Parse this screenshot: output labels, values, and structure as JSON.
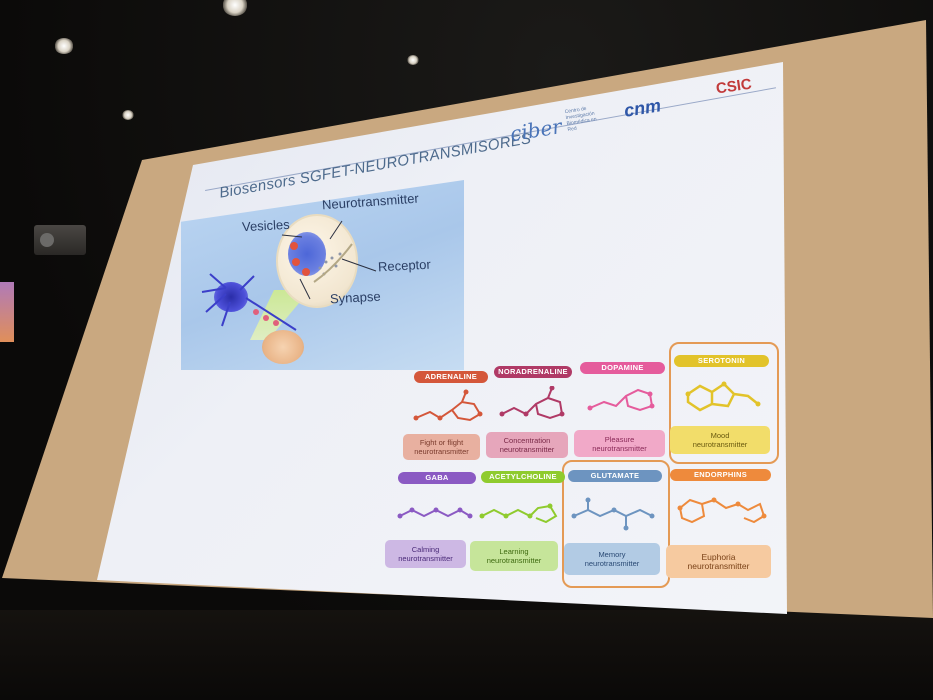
{
  "slide": {
    "title": "Biosensors SGFET-NEUROTRANSMISORES",
    "logos": {
      "ciber": "ciber",
      "ciber_sub": "Centro de Investigación Biomédica en Red",
      "cnm": "cnm",
      "csic": "CSIC"
    },
    "illustration_labels": {
      "vesicles": "Vesicles",
      "neurotransmitter": "Neurotransmitter",
      "receptor": "Receptor",
      "synapse": "Synapse"
    },
    "neurotransmitters": [
      {
        "name": "ADRENALINE",
        "line1": "Fight or flight",
        "line2": "neurotransmitter",
        "color": "#d4573a",
        "box_color": "#e8b0a0",
        "highlighted": false
      },
      {
        "name": "NORADRENALINE",
        "line1": "Concentration",
        "line2": "neurotransmitter",
        "color": "#b03a66",
        "box_color": "#e6a6bb",
        "highlighted": false
      },
      {
        "name": "DOPAMINE",
        "line1": "Pleasure",
        "line2": "neurotransmitter",
        "color": "#e55c9c",
        "box_color": "#f1a9c8",
        "highlighted": false
      },
      {
        "name": "SEROTONIN",
        "line1": "Mood",
        "line2": "neurotransmitter",
        "color": "#e2c32a",
        "box_color": "#f2dd6a",
        "highlighted": true
      },
      {
        "name": "GABA",
        "line1": "Calming",
        "line2": "neurotransmitter",
        "color": "#8b5ac3",
        "box_color": "#cdb8e4",
        "highlighted": false
      },
      {
        "name": "ACETYLCHOLINE",
        "line1": "Learning",
        "line2": "neurotransmitter",
        "color": "#8fcb2e",
        "box_color": "#c6e59a",
        "highlighted": false
      },
      {
        "name": "GLUTAMATE",
        "line1": "Memory",
        "line2": "neurotransmitter",
        "color": "#6d94c0",
        "box_color": "#b2cbe4",
        "highlighted": true
      },
      {
        "name": "ENDORPHINS",
        "line1": "Euphoria",
        "line2": "neurotransmitter",
        "color": "#ee8a3c",
        "box_color": "#f6caa0",
        "highlighted": false
      }
    ]
  }
}
